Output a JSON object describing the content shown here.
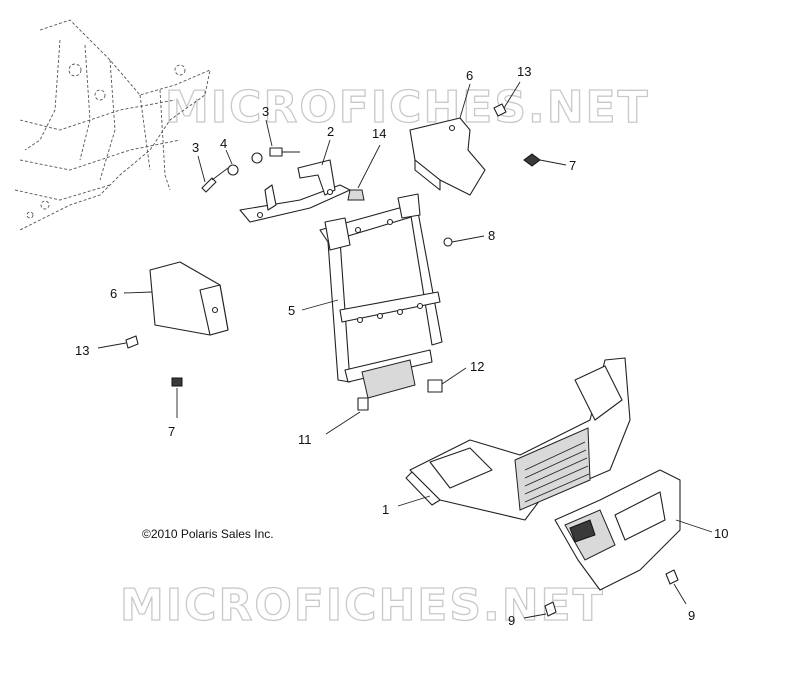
{
  "watermark": {
    "text": "MICROFICHES.NET"
  },
  "copyright": "©2010 Polaris Sales Inc.",
  "callouts": {
    "c1": "1",
    "c2": "2",
    "c3a": "3",
    "c3b": "3",
    "c4": "4",
    "c5": "5",
    "c6a": "6",
    "c6b": "6",
    "c7a": "7",
    "c7b": "7",
    "c8": "8",
    "c9a": "9",
    "c9b": "9",
    "c10": "10",
    "c11": "11",
    "c12": "12",
    "c13a": "13",
    "c13b": "13",
    "c14": "14"
  }
}
